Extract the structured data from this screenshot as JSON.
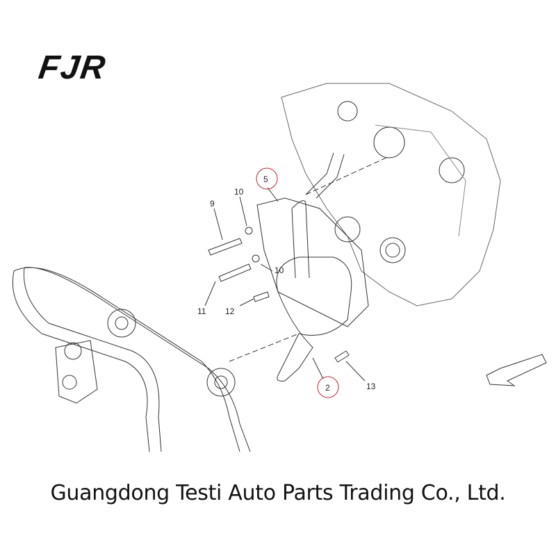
{
  "logo": {
    "text": "FJR"
  },
  "diagram": {
    "callouts": [
      {
        "id": "5",
        "circled": true
      },
      {
        "id": "10",
        "circled": false
      },
      {
        "id": "9",
        "circled": false
      },
      {
        "id": "10",
        "circled": false
      },
      {
        "id": "11",
        "circled": false
      },
      {
        "id": "12",
        "circled": false
      },
      {
        "id": "2",
        "circled": true
      },
      {
        "id": "13",
        "circled": false
      }
    ],
    "circle_color": "#d0202a"
  },
  "footer": {
    "company": "Guangdong Testi Auto Parts Trading Co., Ltd."
  }
}
